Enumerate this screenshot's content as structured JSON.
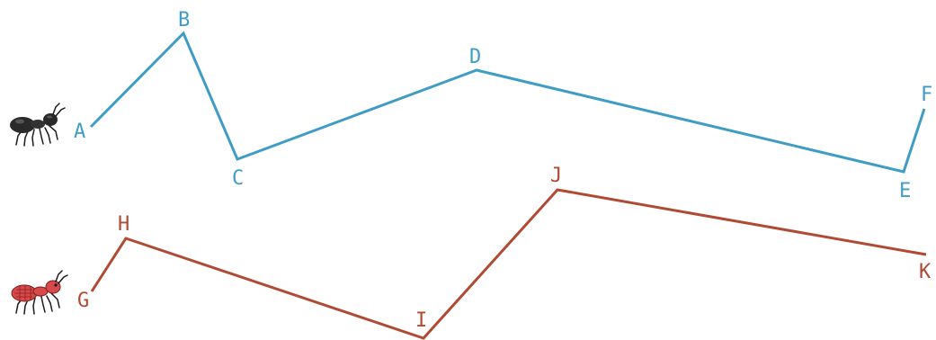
{
  "colors": {
    "blue_path": "#3f9cc4",
    "red_path": "#b14a33",
    "black_ant": "#2a2a2a",
    "red_ant": "#d84a4a"
  },
  "icons": {
    "black_ant": "black-ant-icon",
    "red_ant": "red-ant-icon"
  },
  "blue_path": {
    "points": [
      {
        "label": "A"
      },
      {
        "label": "B"
      },
      {
        "label": "C"
      },
      {
        "label": "D"
      },
      {
        "label": "E"
      },
      {
        "label": "F"
      }
    ]
  },
  "red_path": {
    "points": [
      {
        "label": "G"
      },
      {
        "label": "H"
      },
      {
        "label": "I"
      },
      {
        "label": "J"
      },
      {
        "label": "K"
      }
    ]
  }
}
